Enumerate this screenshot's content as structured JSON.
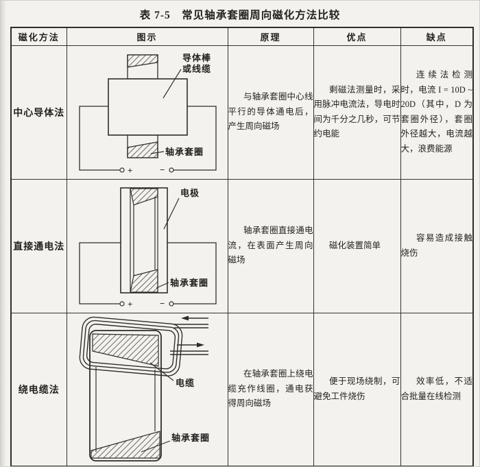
{
  "page": {
    "title": "表 7-5　常见轴承套圈周向磁化方法比较"
  },
  "table": {
    "headers": {
      "method": "磁化方法",
      "diagram": "图示",
      "principle": "原理",
      "advantage": "优点",
      "disadvantage": "缺点"
    },
    "rows": [
      {
        "method": "中心导体法",
        "principle": "与轴承套圈中心线平行的导体通电后，产生周向磁场",
        "advantage": "剩磁法测量时，采用脉冲电流法，导电时间为千分之几秒，可节约电能",
        "disadvantage": "连续法检测时，电流 I = 10D ~ 20D（其中，D 为套圈外径），套圈外径越大，电流越大，浪费能源",
        "labels": {
          "conductor_line1": "导体棒",
          "conductor_line2": "或线缆",
          "ring": "轴承套圈",
          "plus": "+",
          "minus": "−"
        }
      },
      {
        "method": "直接通电法",
        "principle": "轴承套圈直接通电流，在表面产生周向磁场",
        "advantage": "磁化装置简单",
        "disadvantage": "容易造成接触烧伤",
        "labels": {
          "electrode": "电极",
          "ring": "轴承套圈",
          "plus": "+",
          "minus": "−"
        }
      },
      {
        "method": "绕电缆法",
        "principle": "在轴承套圈上绕电缆充作线圈，通电获得周向磁场",
        "advantage": "便于现场绕制，可避免工件烧伤",
        "disadvantage": "效率低，不适合批量在线检测",
        "labels": {
          "cable": "电缆",
          "ring": "轴承套圈"
        }
      }
    ]
  }
}
